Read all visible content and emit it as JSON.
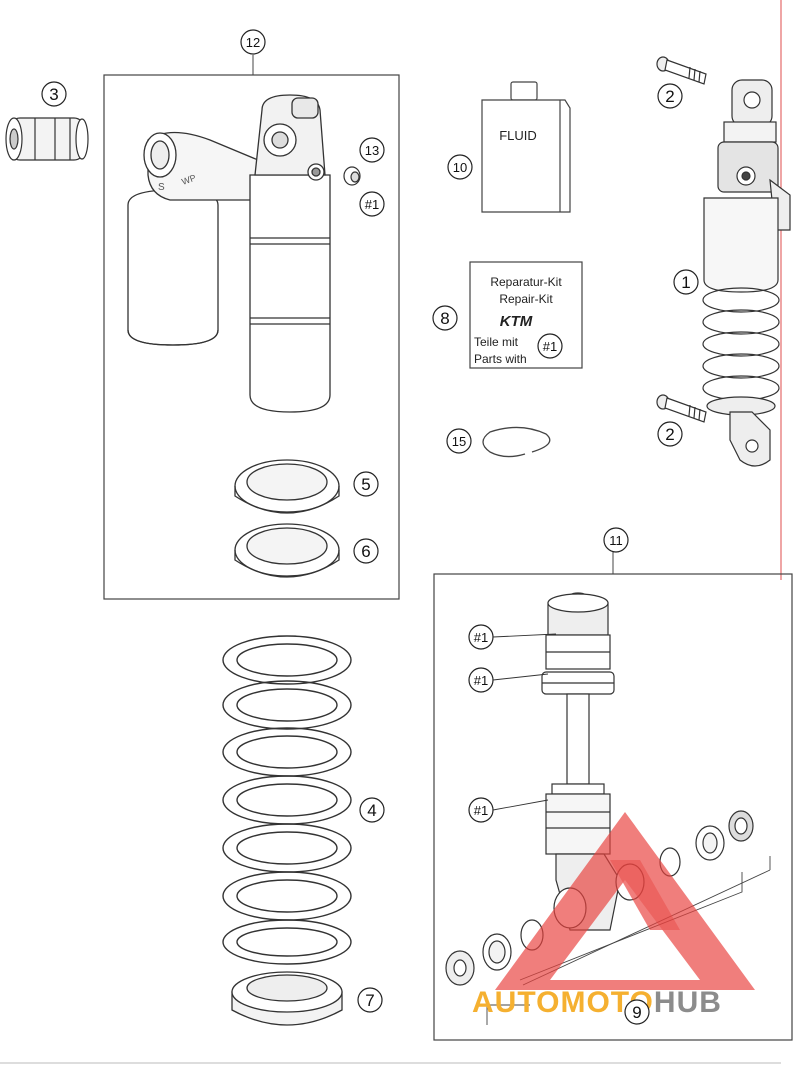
{
  "callouts": {
    "c1": "1",
    "c2a": "2",
    "c2b": "2",
    "c3": "3",
    "c4": "4",
    "c5": "5",
    "c6": "6",
    "c7": "7",
    "c8": "8",
    "c9": "9",
    "c10": "10",
    "c11": "11",
    "c12": "12",
    "c13": "13",
    "c15": "15"
  },
  "refs": {
    "r13": "#1",
    "r_kit": "#1",
    "r11a": "#1",
    "r11b": "#1",
    "r11c": "#1"
  },
  "fluid_label": "FLUID",
  "repair_kit": {
    "line1": "Reparatur-Kit",
    "line2": "Repair-Kit",
    "logo": "KTM",
    "line3": "Teile mit",
    "line4": "Parts with"
  },
  "watermark": {
    "part1": "AUTOMOTO",
    "part2": "HUB",
    "color_orange": "#f5b030",
    "color_gray": "#8c8c8c",
    "color_red": "#e8423f"
  },
  "part_names": {
    "shock_absorber": "shock-absorber-assembly",
    "bolt": "bolt",
    "adjuster": "adjuster",
    "spring": "spring",
    "spring_retainer_a": "spring-retainer",
    "spring_retainer_b": "spring-retainer",
    "spring_seat": "spring-seat",
    "repair_kit": "repair-kit",
    "fluid": "fluid-bottle",
    "damper_piston": "damper-rod-assembly",
    "damper_body": "damper-body",
    "bushing": "bushing",
    "circlip": "circlip"
  }
}
